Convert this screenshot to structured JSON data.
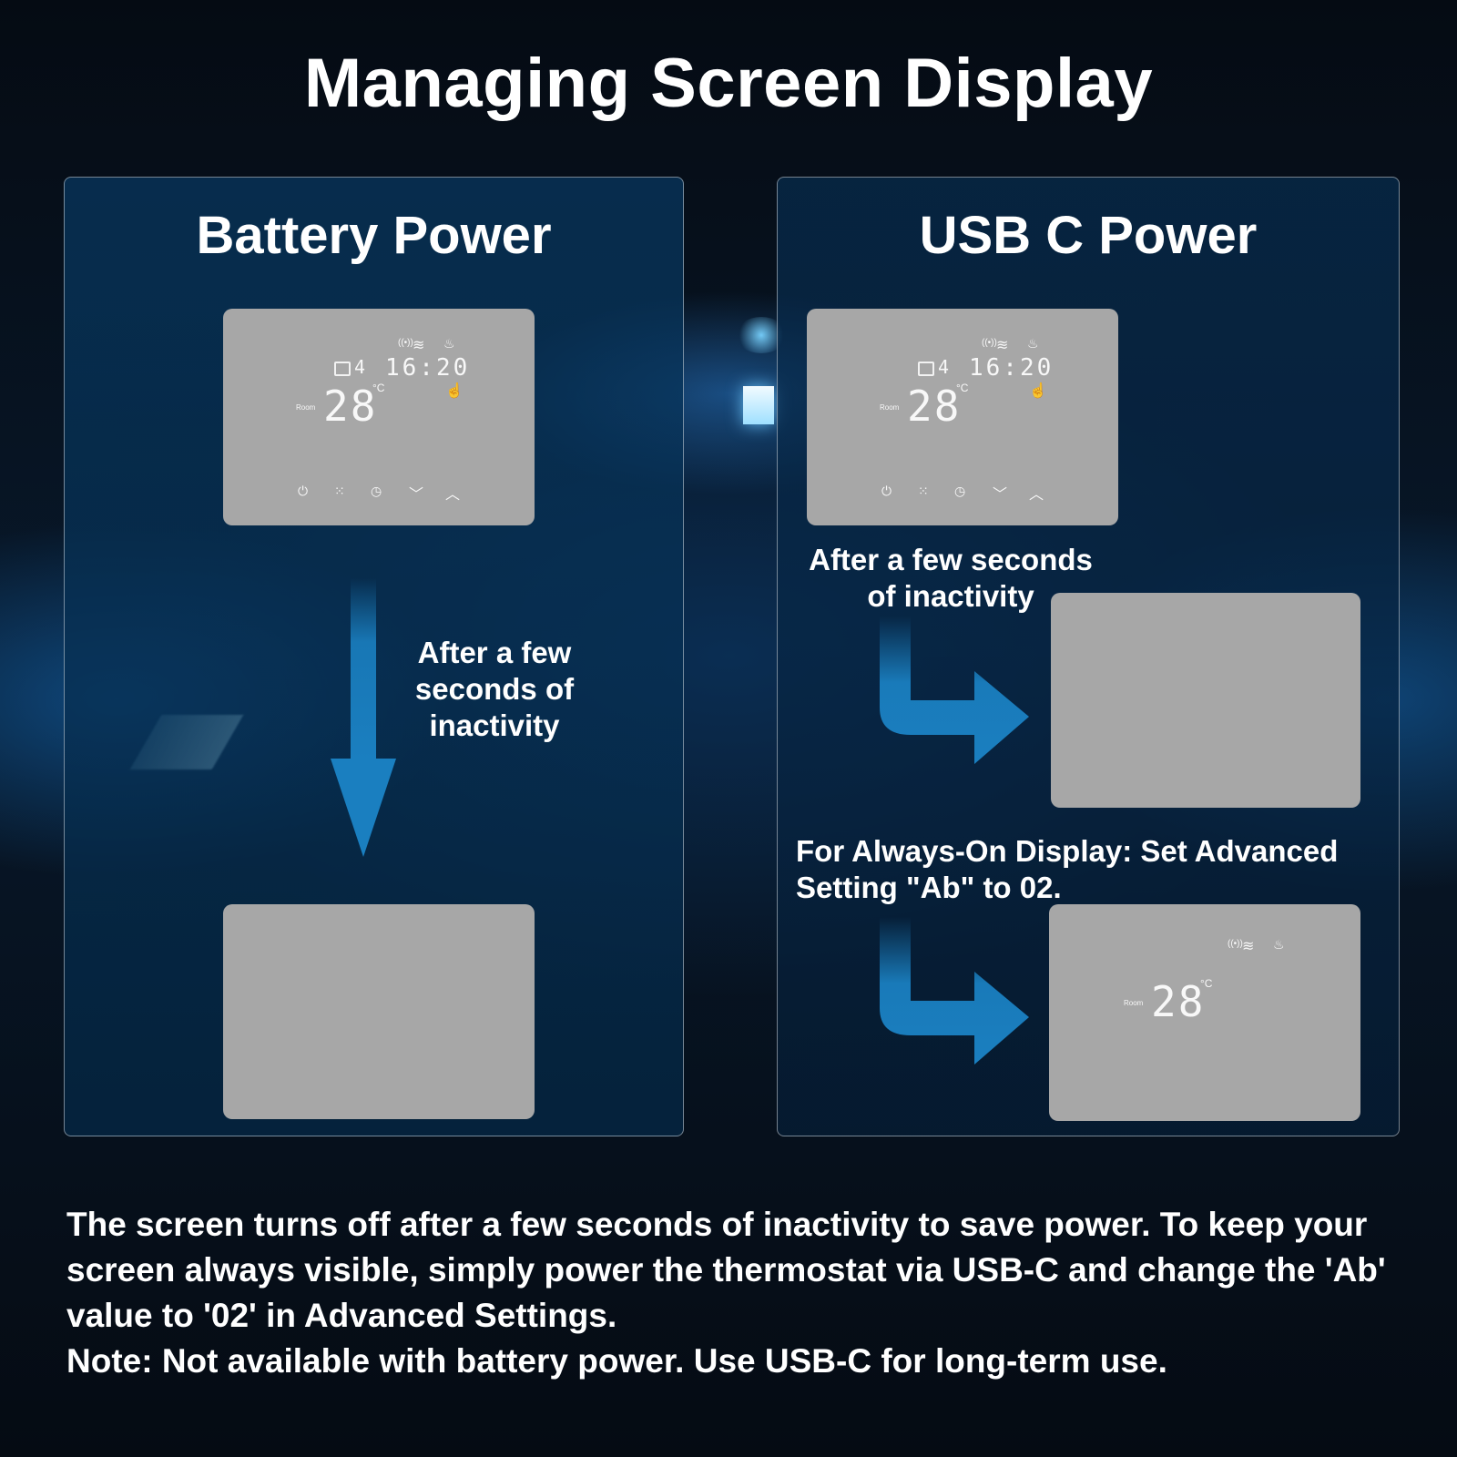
{
  "page": {
    "title": "Managing Screen Display"
  },
  "battery_panel": {
    "title": "Battery Power",
    "caption": "After a few seconds of inactivity"
  },
  "usb_panel": {
    "title": "USB C Power",
    "caption_inactivity": "After a few seconds of inactivity",
    "caption_always_on": "For Always-On Display: Set Advanced Setting \"Ab\" to 02."
  },
  "display": {
    "day": "4",
    "time": "16:20",
    "temperature": "28",
    "unit": "°C",
    "room_label": "Room"
  },
  "description": {
    "line1": "The screen turns off after a few seconds of inactivity to save power. To keep your screen always visible, simply power the thermostat via USB-C and change the 'Ab' value to '02' in Advanced Settings.",
    "note": "Note: Not available with battery power. Use USB-C for long-term use."
  },
  "colors": {
    "arrow": "#1a7fc0",
    "device": "#a7a7a7",
    "panel_border": "#8fa3b5"
  }
}
